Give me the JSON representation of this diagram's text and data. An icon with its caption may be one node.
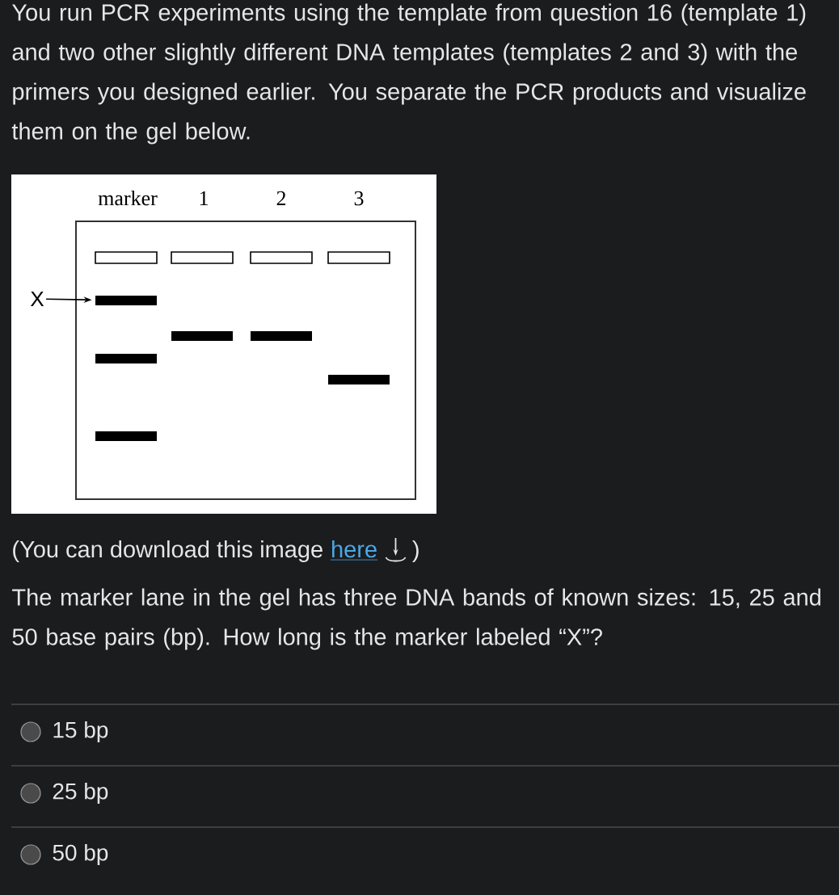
{
  "diagram": {
    "nodes": [
      {
        "text": [
          "X"
        ]
      },
      {
        "text": [],
        "shape": "bar"
      }
    ],
    "edges": [
      {
        "from": 0,
        "to": 1,
        "arrow": "to"
      }
    ],
    "labels": [
      "You run PCR experiments using the template from question 16 (template 1) and two other slightly different DNA templates (templates 2 and 3) with the primers you designed earlier. You separate the PCR products and visualize them on the gel below.",
      "marker",
      "1",
      "2",
      "3",
      "(You can download this image",
      "here",
      ")",
      "The marker lane in the gel has three DNA bands of known sizes: 15, 25 and 50 base pairs (bp).  How long is the marker labeled “X”?",
      "15 bp",
      "25 bp",
      "50 bp"
    ]
  }
}
